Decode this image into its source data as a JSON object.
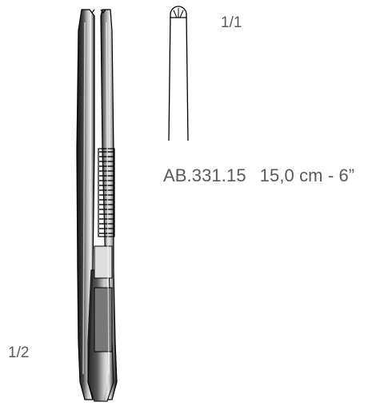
{
  "scale_detail": "1/1",
  "scale_main": "1/2",
  "product": {
    "code": "AB.331.15",
    "size": "15,0 cm - 6”"
  },
  "icons": {
    "forceps": "tissue-forceps-illustration",
    "tip_detail": "forceps-tip-detail-illustration"
  }
}
